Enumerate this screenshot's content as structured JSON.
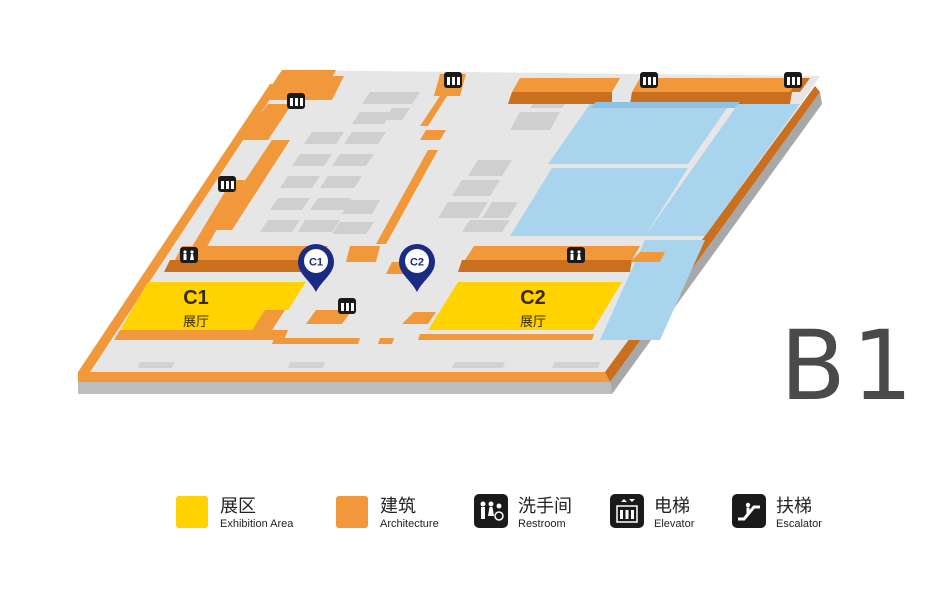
{
  "floor": "B1",
  "halls": [
    {
      "code": "C1",
      "name": "展厅"
    },
    {
      "code": "C2",
      "name": "展厅"
    }
  ],
  "markers": [
    "C1",
    "C2"
  ],
  "legend": [
    {
      "zh": "展区",
      "en": "Exhibition Area",
      "kind": "swatch",
      "color": "#FFD200"
    },
    {
      "zh": "建筑",
      "en": "Architecture",
      "kind": "swatch",
      "color": "#F0983A"
    },
    {
      "zh": "洗手间",
      "en": "Restroom",
      "kind": "icon",
      "icon": "restroom-icon"
    },
    {
      "zh": "电梯",
      "en": "Elevator",
      "kind": "icon",
      "icon": "elevator-icon"
    },
    {
      "zh": "扶梯",
      "en": "Escalator",
      "kind": "icon",
      "icon": "escalator-icon"
    }
  ],
  "colors": {
    "exhibition": "#FFD200",
    "architecture": "#F0983A",
    "architecture_side": "#C96F1E",
    "hall_blue": "#A9D4EE",
    "floor_gray": "#E6E6E6",
    "marker": "#1B2A82"
  }
}
